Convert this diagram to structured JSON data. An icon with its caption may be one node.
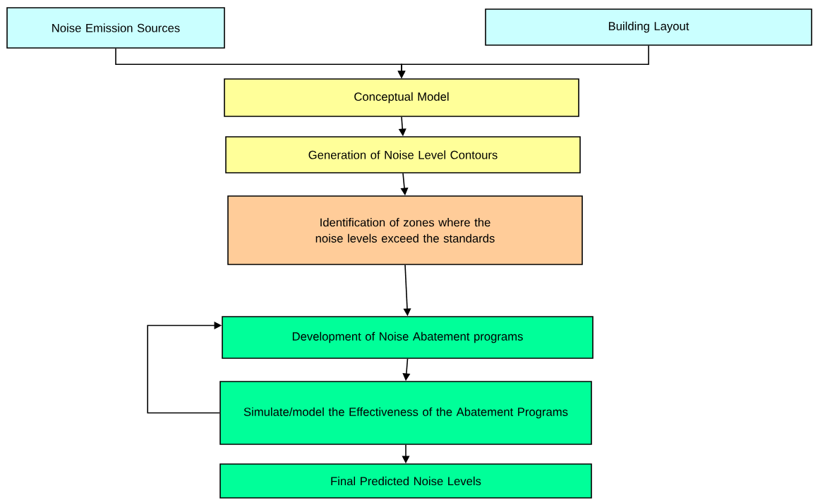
{
  "diagram": {
    "nodes": [
      {
        "text": [
          "Noise Emission Sources"
        ]
      },
      {
        "text": [
          "Building Layout"
        ]
      },
      {
        "text": [
          "Conceptual Model"
        ]
      },
      {
        "text": [
          "Generation of Noise Level Contours"
        ]
      },
      {
        "text": [
          "Identification of zones where the noise levels exceed the standards"
        ]
      },
      {
        "text": [
          "Development of Noise Abatement programs"
        ]
      },
      {
        "text": [
          "Simulate/model the Effectiveness of the Abatement Programs"
        ]
      },
      {
        "text": [
          "Final Predicted Noise Levels"
        ]
      }
    ],
    "edges": [
      {
        "from": 0,
        "to": 2,
        "arrow": "to"
      },
      {
        "from": 1,
        "to": 2,
        "arrow": "to"
      },
      {
        "from": 2,
        "to": 3,
        "arrow": "to"
      },
      {
        "from": 3,
        "to": 4,
        "arrow": "to"
      },
      {
        "from": 4,
        "to": 5,
        "arrow": "to"
      },
      {
        "from": 5,
        "to": 6,
        "arrow": "to"
      },
      {
        "from": 6,
        "to": 5,
        "arrow": "to"
      },
      {
        "from": 6,
        "to": 7,
        "arrow": "to"
      }
    ]
  }
}
